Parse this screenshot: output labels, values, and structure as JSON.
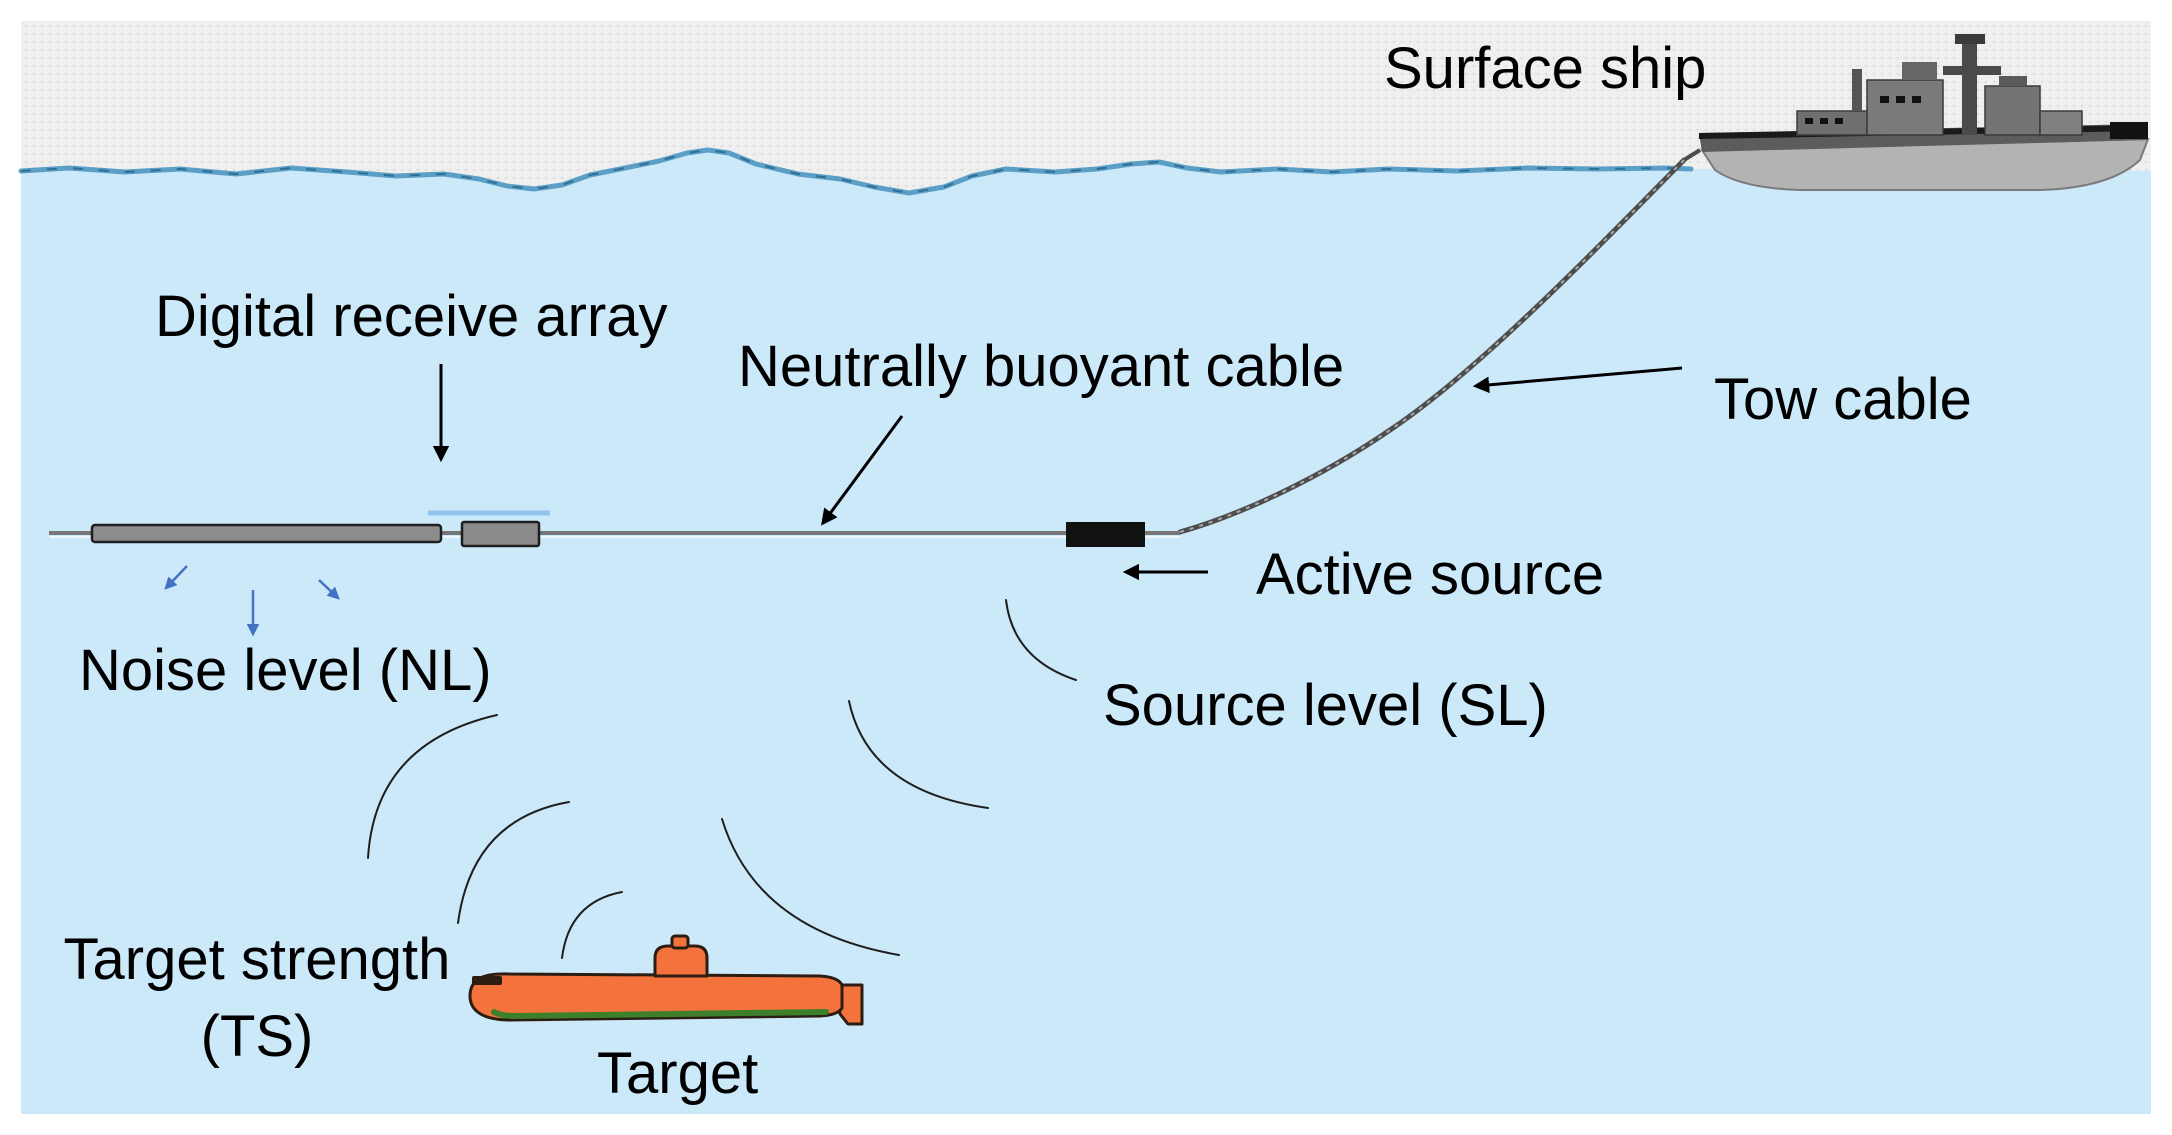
{
  "labels": {
    "surface_ship": "Surface ship",
    "digital_receive_array": "Digital receive array",
    "neutrally_buoyant_cable": "Neutrally buoyant cable",
    "tow_cable": "Tow cable",
    "active_source": "Active source",
    "noise_level": "Noise level (NL)",
    "source_level": "Source level (SL)",
    "target_strength": {
      "line1": "Target strength",
      "line2": "(TS)"
    },
    "target": "Target"
  },
  "colors": {
    "water": "#cce9fa",
    "sky": "#efefef",
    "surface_line": "#5b9fc7",
    "submarine": "#f4733c",
    "submarine_stripe": "#3e7f2c",
    "noise_arrow": "#4472c4"
  }
}
